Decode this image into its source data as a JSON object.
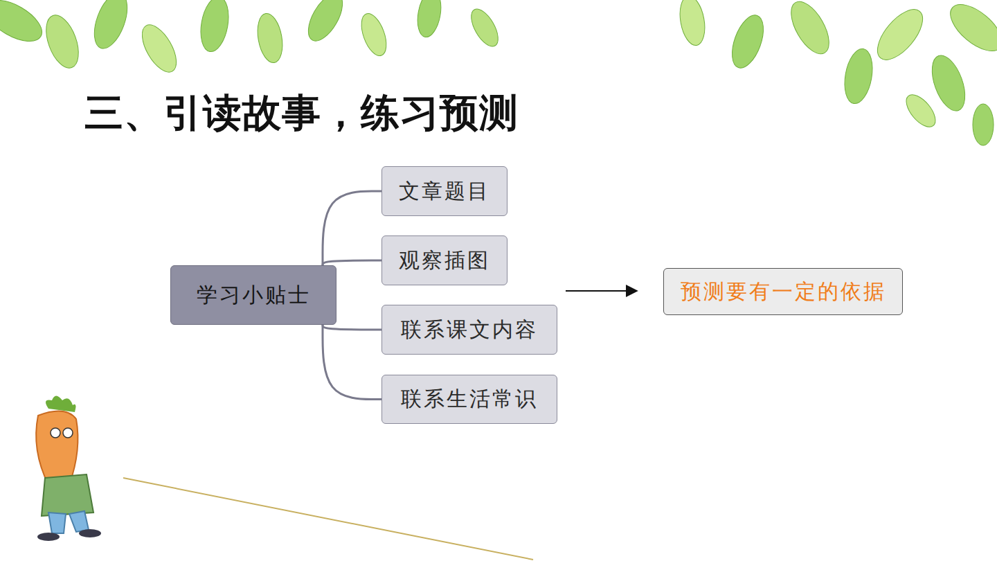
{
  "diagram": {
    "title": "三、引读故事，练习预测",
    "nodes": [
      {
        "text": [
          "学习小贴士"
        ]
      },
      {
        "text": [
          "文章题目"
        ]
      },
      {
        "text": [
          "观察插图"
        ]
      },
      {
        "text": [
          "联系课文内容"
        ]
      },
      {
        "text": [
          "联系生活常识"
        ]
      },
      {
        "text": [
          "预测要有一定的依据"
        ]
      }
    ],
    "edges": [
      {
        "from": 0,
        "to": 1,
        "arrow": "none"
      },
      {
        "from": 0,
        "to": 2,
        "arrow": "none"
      },
      {
        "from": 0,
        "to": 3,
        "arrow": "none"
      },
      {
        "from": 0,
        "to": 4,
        "arrow": "none"
      }
    ]
  }
}
